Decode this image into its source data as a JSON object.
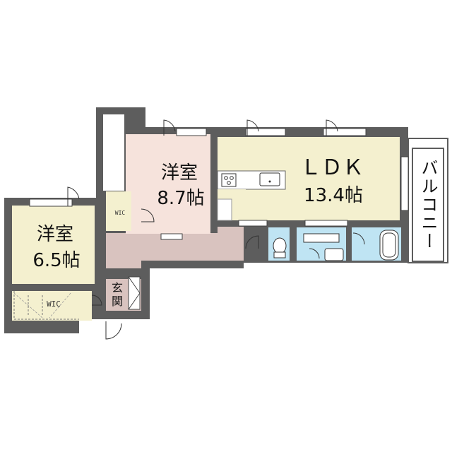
{
  "rooms": {
    "ldk": {
      "name": "ＬＤＫ",
      "size": "13.4帖",
      "color": "#f4f0cf"
    },
    "western_room_1": {
      "name": "洋室",
      "size": "8.7帖",
      "color": "#f6e3dc"
    },
    "western_room_2": {
      "name": "洋室",
      "size": "6.5帖",
      "color": "#f4f0cf"
    },
    "balcony": {
      "name": "バルコニー"
    },
    "entrance": {
      "name_line1": "玄",
      "name_line2": "関"
    },
    "wic_upper": {
      "name": "WIC"
    },
    "wic_lower": {
      "name": "WIC"
    }
  },
  "colors": {
    "wall": "#5d5d5d",
    "hall": "#d9c3bf",
    "wet_area": "#bfe4f3",
    "wic_floor": "#f4f0cf",
    "balcony_floor": "#ffffff"
  }
}
